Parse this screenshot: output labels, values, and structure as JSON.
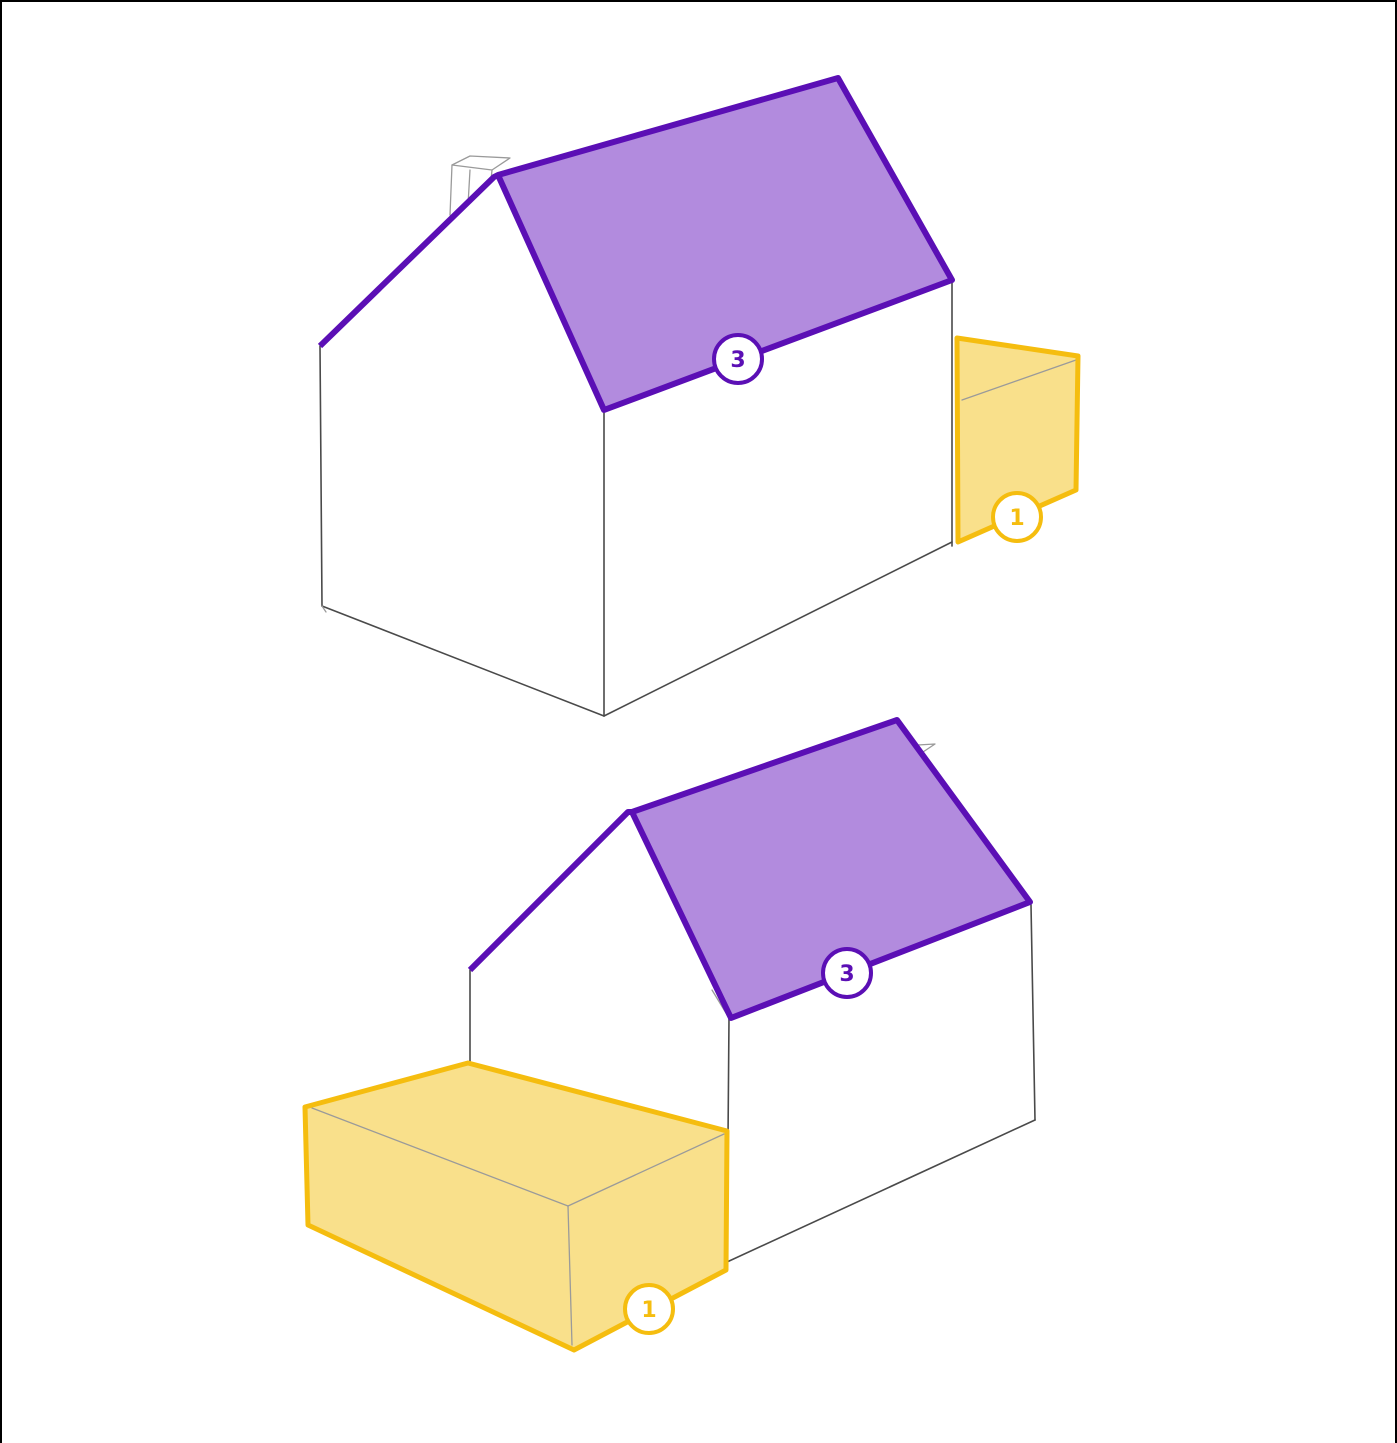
{
  "colors": {
    "roof_stroke": "#5b0fb5",
    "roof_fill": "#b28bde",
    "extension_stroke": "#f5bd0f",
    "extension_fill": "#f9e08b",
    "pencil": "#4a4a4a"
  },
  "houses": [
    {
      "roof_badge": "3",
      "extension_badge": "1"
    },
    {
      "roof_badge": "3",
      "extension_badge": "1"
    }
  ]
}
